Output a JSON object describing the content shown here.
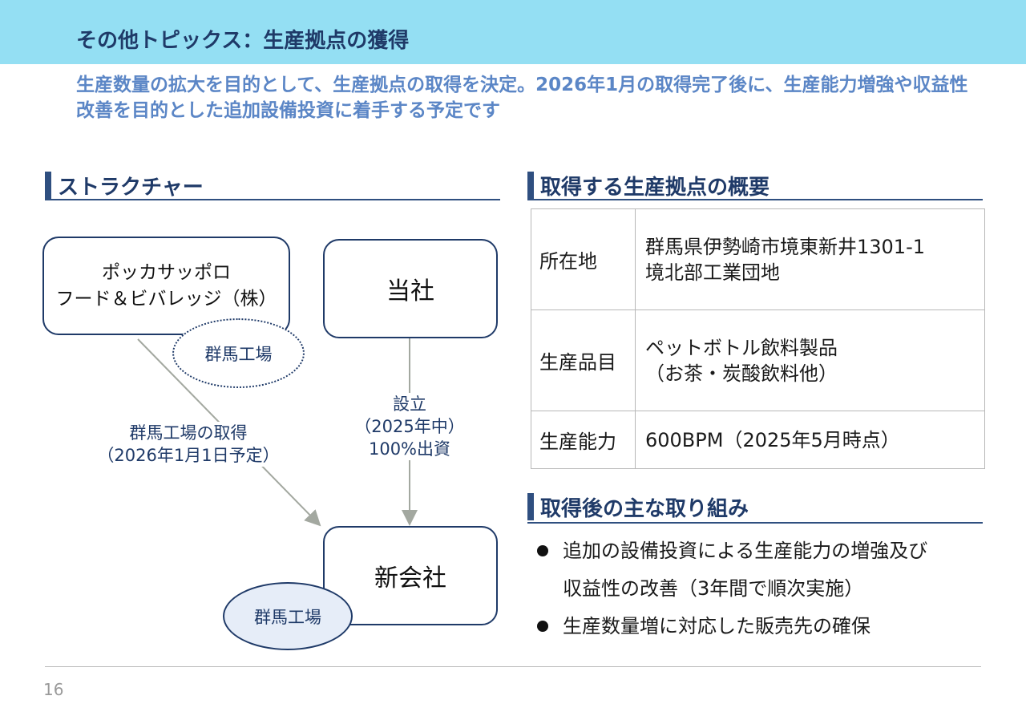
{
  "header": {
    "title": "その他トピックス：生産拠点の獲得"
  },
  "lead": {
    "text": "生産数量の拡大を目的として、生産拠点の取得を決定。2026年1月の取得完了後に、生産能力増強や収益性改善を目的とした追加設備投資に着手する予定です"
  },
  "structure": {
    "heading": "ストラクチャー",
    "seller": {
      "line1": "ポッカサッポロ",
      "line2": "フード＆ビバレッジ（株）"
    },
    "seller_plant": "群馬工場",
    "company": "当社",
    "newco": "新会社",
    "newco_plant": "群馬工場",
    "acquisition_label": {
      "line1": "群馬工場の取得",
      "line2": "（2026年1月1日予定）"
    },
    "establish_label": {
      "line1": "設立",
      "line2": "（2025年中）",
      "line3": "100%出資"
    },
    "colors": {
      "node_border": "#1f3a68",
      "arrow": "#a3a8a0",
      "plant_fill": "#e6edf8"
    }
  },
  "overview": {
    "heading": "取得する生産拠点の概要",
    "rows": [
      {
        "key": "所在地",
        "value_lines": [
          "群馬県伊勢崎市境東新井1301-1",
          "境北部工業団地"
        ]
      },
      {
        "key": "生産品目",
        "value_lines": [
          "ペットボトル飲料製品",
          "（お茶・炭酸飲料他）"
        ]
      },
      {
        "key": "生産能力",
        "value_lines": [
          "600BPM（2025年5月時点）"
        ]
      }
    ]
  },
  "initiatives": {
    "heading": "取得後の主な取り組み",
    "items": [
      {
        "line1": "追加の設備投資による生産能力の増強及び",
        "line2": "収益性の改善（3年間で順次実施）"
      },
      {
        "line1": "生産数量増に対応した販売先の確保",
        "line2": ""
      }
    ]
  },
  "footer": {
    "page_number": "16"
  },
  "theme": {
    "header_bg": "#94dff3",
    "title_color": "#1f3a68",
    "lead_color": "#5b86c6"
  }
}
